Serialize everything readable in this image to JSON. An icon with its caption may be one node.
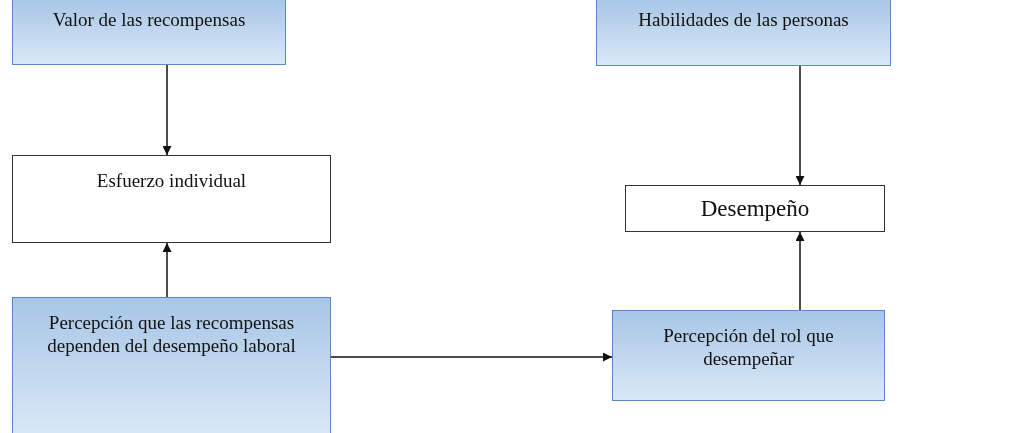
{
  "diagram": {
    "nodes": [
      {
        "text": [
          "Valor de las recompensas"
        ]
      },
      {
        "text": [
          "Habilidades de las personas"
        ]
      },
      {
        "text": [
          "Esfuerzo individual"
        ]
      },
      {
        "text": [
          "Desempeño"
        ]
      },
      {
        "text": [
          "Percepción que las recompensas dependen del desempeño laboral"
        ]
      },
      {
        "text": [
          "Percepción del rol que desempeñar"
        ]
      }
    ],
    "edges": [
      {
        "from": 0,
        "to": 2,
        "arrow": "to"
      },
      {
        "from": 1,
        "to": 3,
        "arrow": "to"
      },
      {
        "from": 4,
        "to": 2,
        "arrow": "to"
      },
      {
        "from": 5,
        "to": 3,
        "arrow": "to"
      },
      {
        "from": 4,
        "to": 5,
        "arrow": "to"
      }
    ]
  }
}
